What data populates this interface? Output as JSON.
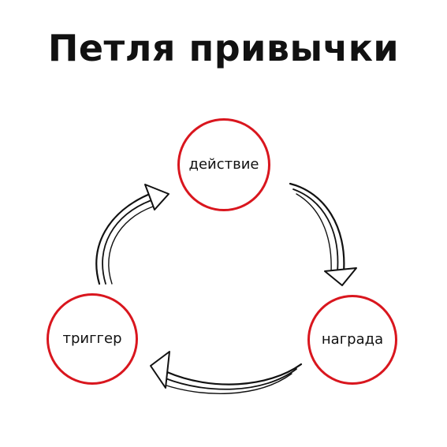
{
  "title": "Петля привычки",
  "nodes": {
    "action": "действие",
    "reward": "награда",
    "trigger": "триггер"
  },
  "colors": {
    "circle_border": "#d9161e",
    "text": "#111111",
    "arrow": "#111111"
  }
}
